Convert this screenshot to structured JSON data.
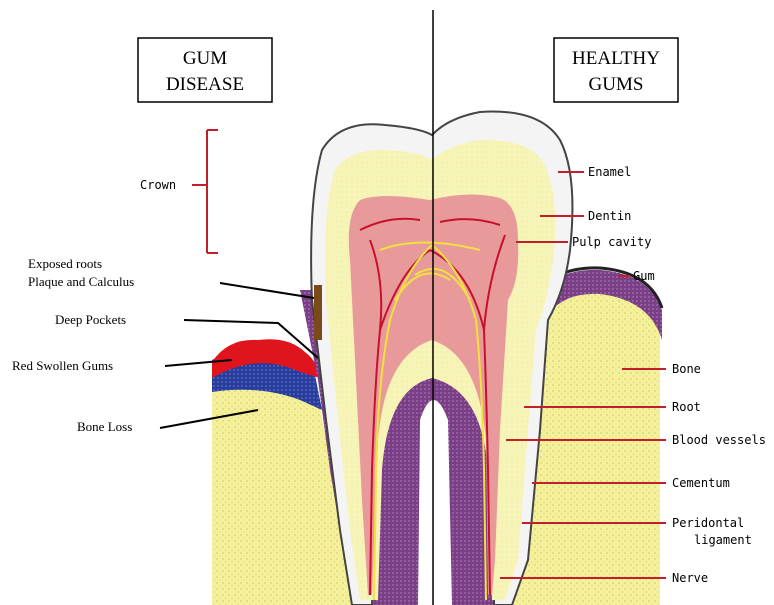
{
  "titles": {
    "gum_disease": [
      "GUM",
      "DISEASE"
    ],
    "healthy_gums": [
      "HEALTHY",
      "GUMS"
    ]
  },
  "labels_left": {
    "crown": "Crown",
    "exposed_roots": "Exposed roots",
    "plaque": "Plaque and Calculus",
    "deep_pockets": "Deep Pockets",
    "red_swollen": "Red Swollen Gums",
    "bone_loss": "Bone Loss"
  },
  "labels_right": {
    "enamel": "Enamel",
    "dentin": "Dentin",
    "pulp_cavity": "Pulp cavity",
    "gum": "Gum",
    "bone": "Bone",
    "root": "Root",
    "blood_vessels": "Blood vessels",
    "cementum": "Cementum",
    "peridontal_1": "Peridontal",
    "peridontal_2": "ligament",
    "nerve": "Nerve"
  },
  "colors": {
    "enamel": "#f4f4f4",
    "dentin": "#f7f4b8",
    "pulp": "#e89a9a",
    "vessels": "#c8102e",
    "nerve": "#f0e040",
    "cementum": "#7a3e86",
    "bone": "#f5f19a",
    "swollen_gum": "#e0141c",
    "gum_blue": "#283c9c",
    "calculus": "#7a4a1a"
  }
}
